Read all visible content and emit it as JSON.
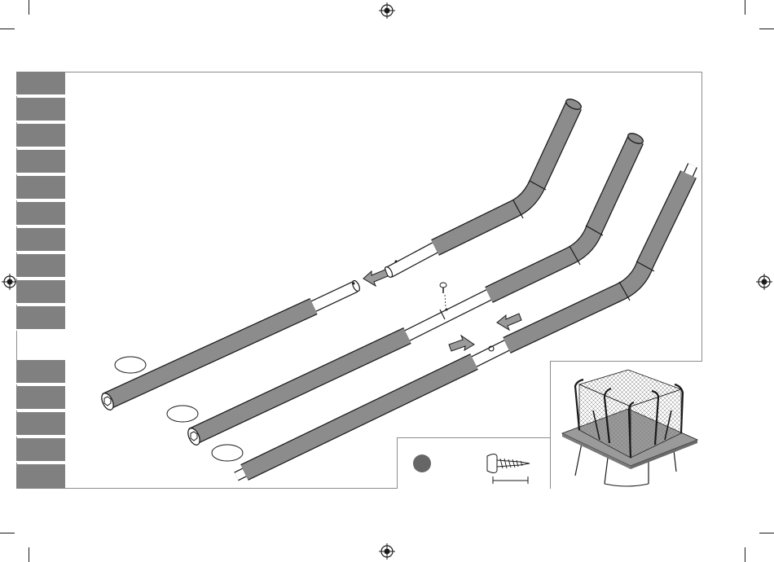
{
  "document": {
    "side_tabs_upper_count": 10,
    "side_tabs_lower_count": 5,
    "tab_color": "#808080",
    "foam_color": "#8c8c8c",
    "steel_color": "#ffffff",
    "outline_color": "#1a1a1a",
    "arrow_color": "#9a9a9a"
  },
  "parts": [
    {
      "name": "pole-1"
    },
    {
      "name": "pole-2"
    },
    {
      "name": "pole-3"
    }
  ],
  "hardware": {
    "icons": [
      "dot-marker-icon",
      "screw-icon",
      "length-dimension-icon"
    ]
  }
}
